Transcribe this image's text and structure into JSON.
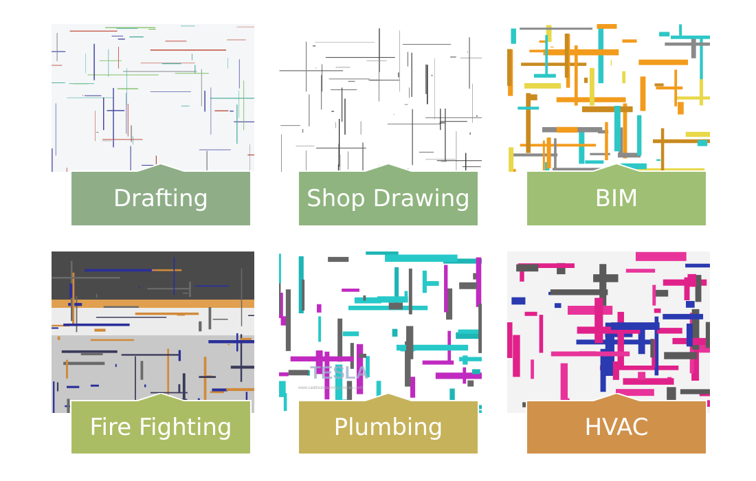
{
  "tiles": [
    {
      "label": "Drafting",
      "color": "#8fae88",
      "style": "drawing"
    },
    {
      "label": "Shop Drawing",
      "color": "#8fb47f",
      "style": "drawing-bw"
    },
    {
      "label": "BIM",
      "color": "#9fbf74",
      "style": "bim"
    },
    {
      "label": "Fire Fighting",
      "color": "#aabd64",
      "style": "fire"
    },
    {
      "label": "Plumbing",
      "color": "#c6b25b",
      "style": "plumbing",
      "watermark": "TESLA",
      "watermark_url": "www.caddoutsourcingservices.com"
    },
    {
      "label": "HVAC",
      "color": "#d0914b",
      "style": "hvac"
    }
  ]
}
